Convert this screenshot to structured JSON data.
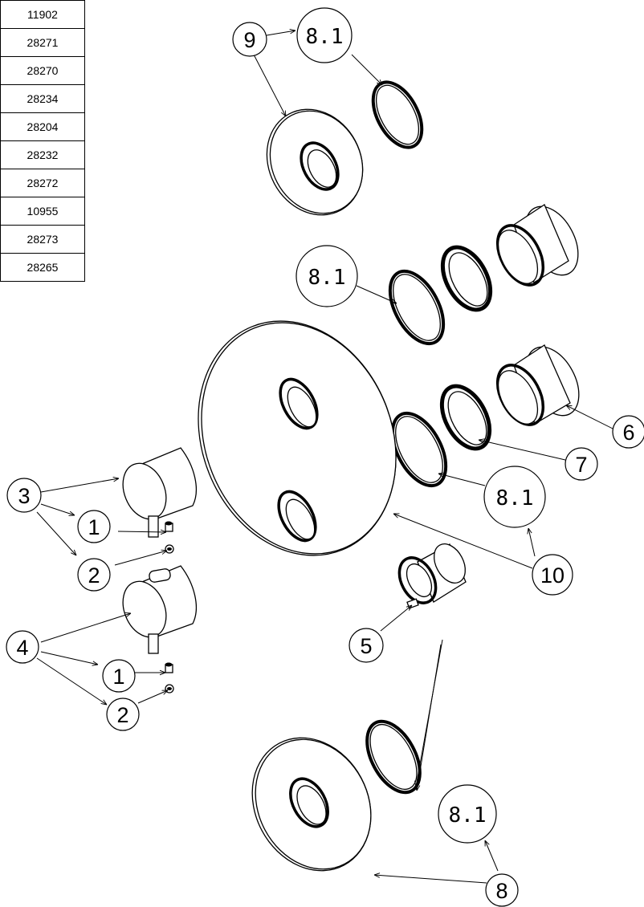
{
  "part_numbers": [
    {
      "value": "11902"
    },
    {
      "value": "28271"
    },
    {
      "value": "28270"
    },
    {
      "value": "28234"
    },
    {
      "value": "28204"
    },
    {
      "value": "28232"
    },
    {
      "value": "28272"
    },
    {
      "value": "10955"
    },
    {
      "value": "28273"
    },
    {
      "value": "28265"
    }
  ],
  "callouts": {
    "c9": "9",
    "c81_top": "8.1",
    "c81_mid": "8.1",
    "c6": "6",
    "c7": "7",
    "c81_right": "8.1",
    "c10": "10",
    "c3": "3",
    "c1_upper": "1",
    "c2_upper": "2",
    "c4": "4",
    "c1_lower": "1",
    "c2_lower": "2",
    "c5": "5",
    "c81_bottom": "8.1",
    "c8": "8"
  }
}
